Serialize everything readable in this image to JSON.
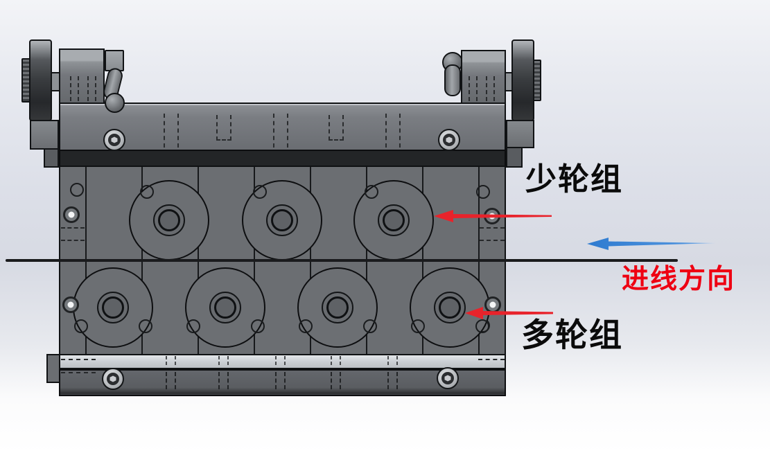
{
  "annotations": {
    "few_wheel_group": {
      "label": "少轮组",
      "text_color": "#0b0b0b",
      "arrow_color": "#e8232b",
      "arrow_direction": "left"
    },
    "many_wheel_group": {
      "label": "多轮组",
      "text_color": "#0b0b0b",
      "arrow_color": "#e8232b",
      "arrow_direction": "left"
    },
    "wire_direction": {
      "label": "进线方向",
      "text_color": "#ee0012",
      "arrow_color": "#3e86d8",
      "arrow_direction": "left"
    }
  },
  "machine": {
    "top_row_wheel_count": 3,
    "bottom_row_wheel_count": 4,
    "body_color": "#6b6e72",
    "wire_color": "#1a1b1d"
  },
  "icons": {
    "upper_red_arrow": "left-arrow-icon",
    "lower_red_arrow": "left-arrow-icon",
    "blue_arrow": "left-arrow-icon"
  }
}
